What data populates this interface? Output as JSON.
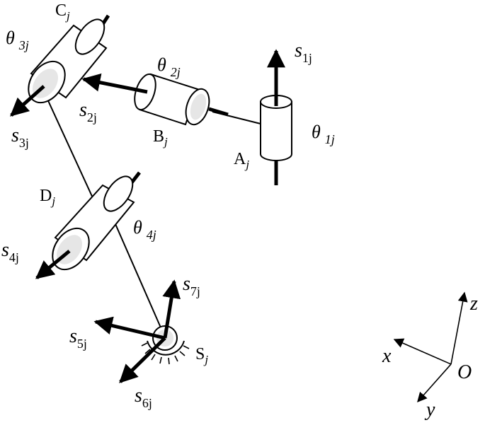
{
  "joint_chain": {
    "theta1": {
      "sym": "θ",
      "sub": "1j"
    },
    "theta2": {
      "sym": "θ",
      "sub": "2j"
    },
    "theta3": {
      "sym": "θ",
      "sub": "3j"
    },
    "theta4": {
      "sym": "θ",
      "sub": "4j"
    },
    "s1": {
      "sym": "s",
      "sub": "1j"
    },
    "s2": {
      "sym": "s",
      "sub": "2j"
    },
    "s3": {
      "sym": "s",
      "sub": "3j"
    },
    "s4": {
      "sym": "s",
      "sub": "4j"
    },
    "s5": {
      "sym": "s",
      "sub": "5j"
    },
    "s6": {
      "sym": "s",
      "sub": "6j"
    },
    "s7": {
      "sym": "s",
      "sub": "7j"
    },
    "A": {
      "sym": "A",
      "sub": "j"
    },
    "B": {
      "sym": "B",
      "sub": "j"
    },
    "C": {
      "sym": "C",
      "sub": "j"
    },
    "D": {
      "sym": "D",
      "sub": "j"
    },
    "S": {
      "sym": "S",
      "sub": "j"
    }
  },
  "frame": {
    "x": "x",
    "y": "y",
    "z": "z",
    "origin": "O"
  }
}
